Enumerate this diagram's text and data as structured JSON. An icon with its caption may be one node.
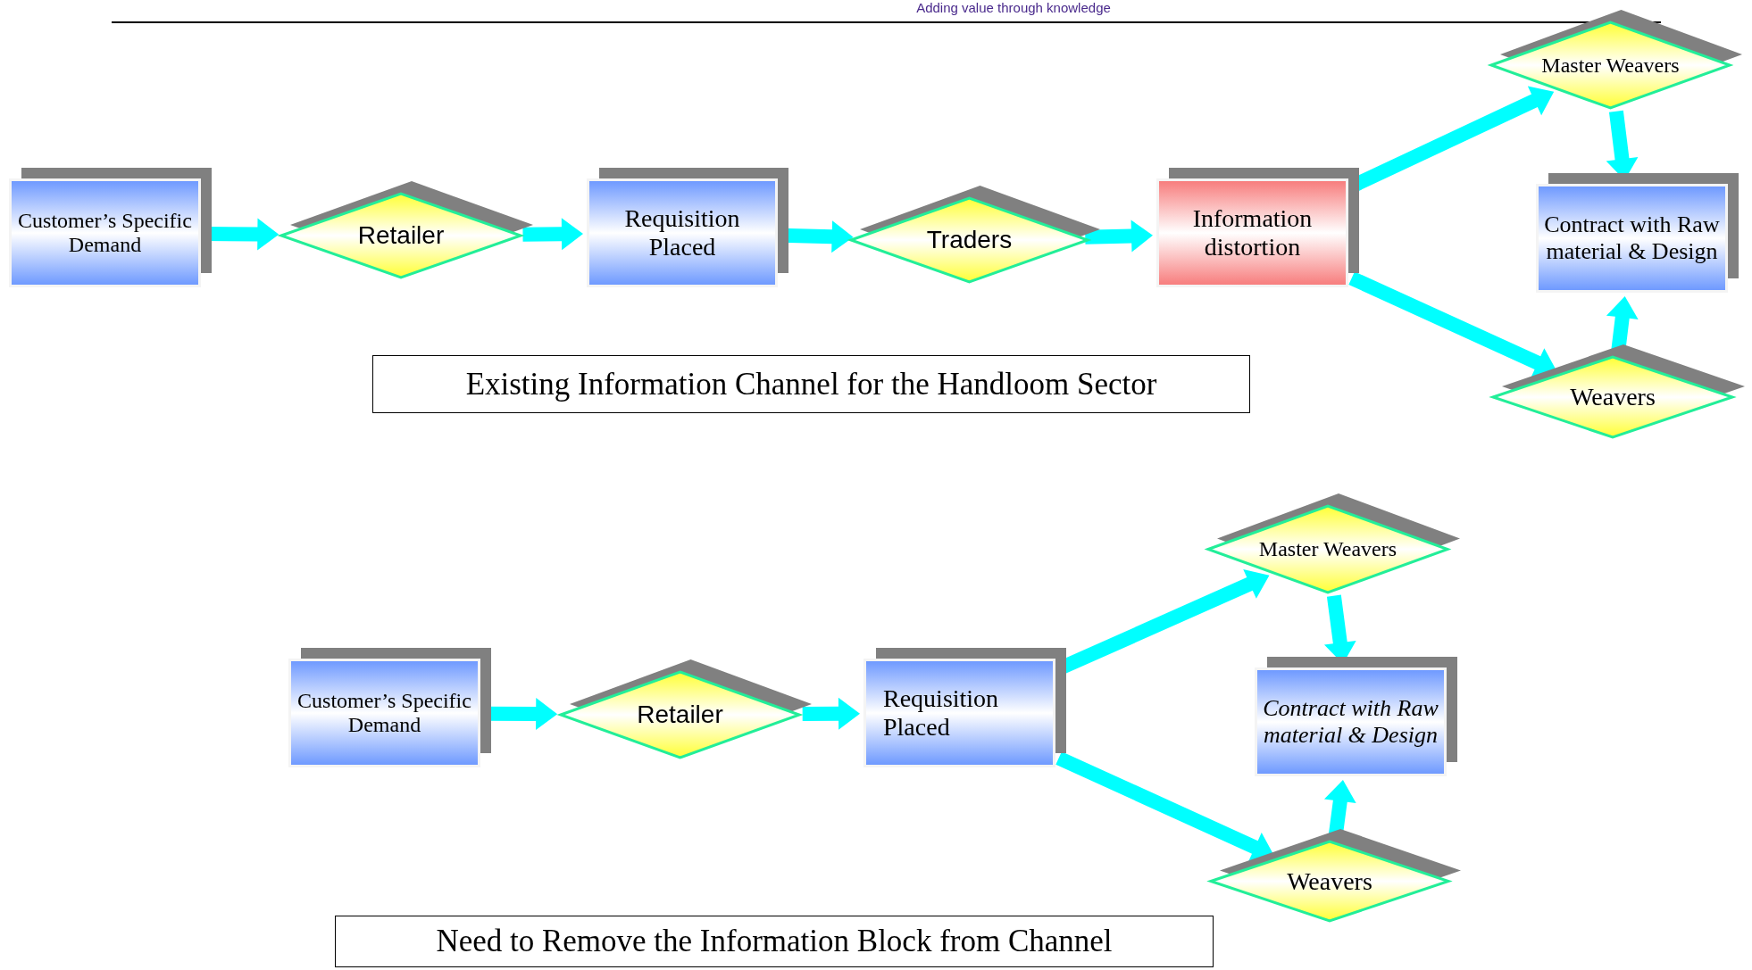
{
  "diagram": {
    "nodes": [
      {
        "text": [
          "Customer’s Specific Demand"
        ]
      },
      {
        "text": [
          "Retailer"
        ]
      },
      {
        "text": [
          "Requisition Placed"
        ]
      },
      {
        "text": [
          "Traders"
        ]
      },
      {
        "text": [
          "Information distortion"
        ]
      },
      {
        "text": [
          "Master Weavers"
        ]
      },
      {
        "text": [
          "Contract with Raw material & Design"
        ]
      },
      {
        "text": [
          "Weavers"
        ]
      },
      {
        "text": [
          "Existing Information Channel for the Handloom Sector"
        ]
      },
      {
        "text": [
          "Customer’s Specific Demand"
        ]
      },
      {
        "text": [
          "Retailer"
        ]
      },
      {
        "text": [
          "Requisition Placed"
        ]
      },
      {
        "text": [
          "Master Weavers"
        ]
      },
      {
        "text": [
          "Contract with Raw material & Design"
        ]
      },
      {
        "text": [
          "Weavers"
        ]
      },
      {
        "text": [
          "Need to Remove the Information Block from Channel"
        ]
      }
    ],
    "edges": [
      {
        "from": 0,
        "to": 1,
        "arrow": "to"
      },
      {
        "from": 1,
        "to": 2,
        "arrow": "to"
      },
      {
        "from": 2,
        "to": 3,
        "arrow": "to"
      },
      {
        "from": 3,
        "to": 4,
        "arrow": "to"
      },
      {
        "from": 4,
        "to": 5,
        "arrow": "to"
      },
      {
        "from": 4,
        "to": 7,
        "arrow": "to"
      },
      {
        "from": 5,
        "to": 6,
        "arrow": "to"
      },
      {
        "from": 7,
        "to": 6,
        "arrow": "to"
      },
      {
        "from": 9,
        "to": 10,
        "arrow": "to"
      },
      {
        "from": 10,
        "to": 11,
        "arrow": "to"
      },
      {
        "from": 11,
        "to": 12,
        "arrow": "to"
      },
      {
        "from": 11,
        "to": 14,
        "arrow": "to"
      },
      {
        "from": 12,
        "to": 13,
        "arrow": "to"
      },
      {
        "from": 14,
        "to": 13,
        "arrow": "to"
      }
    ],
    "labels": [
      "Adding value through knowledge"
    ]
  }
}
